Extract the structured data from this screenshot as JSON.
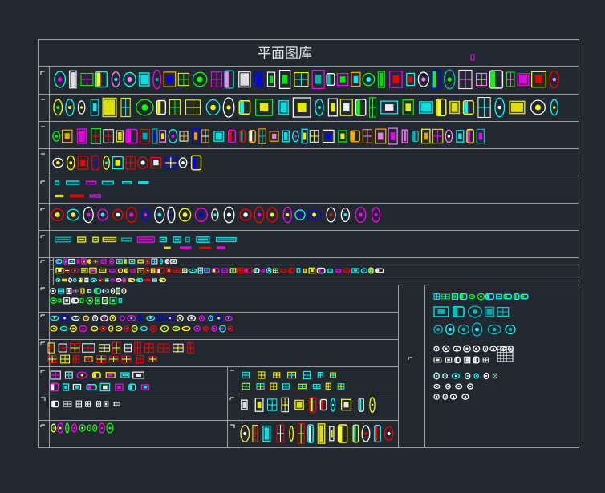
{
  "sheet": {
    "title": "平面图库",
    "background": "#212830",
    "frame_color": "#9aa0a6",
    "palette": [
      "#ffff00",
      "#00ffff",
      "#ff00ff",
      "#ff0000",
      "#00ff00",
      "#ffffff",
      "#0000ff",
      "#ffb000",
      "#00c0c0",
      "#ff80ff"
    ]
  },
  "rows": [
    {
      "id": "row-1",
      "content": "plan-blocks"
    },
    {
      "id": "row-2",
      "content": "plan-blocks"
    },
    {
      "id": "row-3",
      "content": "plan-blocks"
    },
    {
      "id": "row-4",
      "content": "plan-blocks"
    },
    {
      "id": "row-5",
      "content": "plan-blocks"
    },
    {
      "id": "row-6",
      "content": "plan-blocks"
    },
    {
      "id": "row-7",
      "content": "plan-blocks"
    },
    {
      "id": "row-8",
      "content": "plan-blocks"
    },
    {
      "id": "row-9",
      "content": "plan-blocks"
    },
    {
      "id": "row-10",
      "content": "plan-blocks"
    },
    {
      "id": "row-11",
      "content": "plan-blocks"
    },
    {
      "id": "row-12",
      "content": "plan-blocks"
    },
    {
      "id": "row-13",
      "content": "plan-blocks"
    }
  ]
}
